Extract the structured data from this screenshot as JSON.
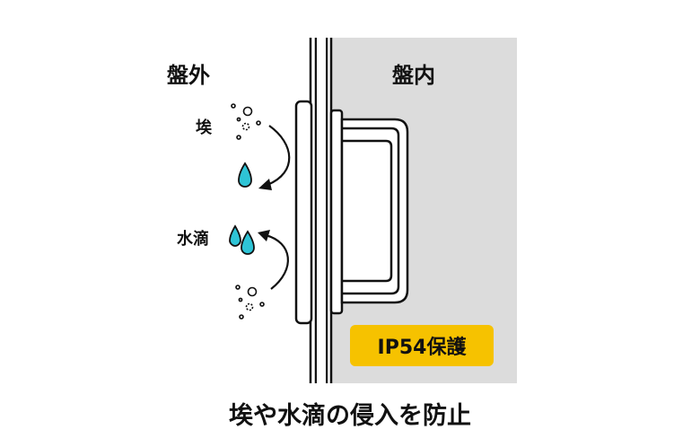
{
  "labels": {
    "outside": "盤外",
    "inside": "盤内",
    "dust": "埃",
    "water": "水滴"
  },
  "badge": {
    "text": "IP54保護",
    "color": "#f6c200"
  },
  "caption": "埃や水滴の侵入を防止",
  "colors": {
    "panel_interior": "#dcdcdc",
    "water_drop": "#2ec4d6",
    "outline": "#111111"
  },
  "icons": [
    "water-drop-icon",
    "dust-particles-icon",
    "curved-arrow-icon"
  ]
}
